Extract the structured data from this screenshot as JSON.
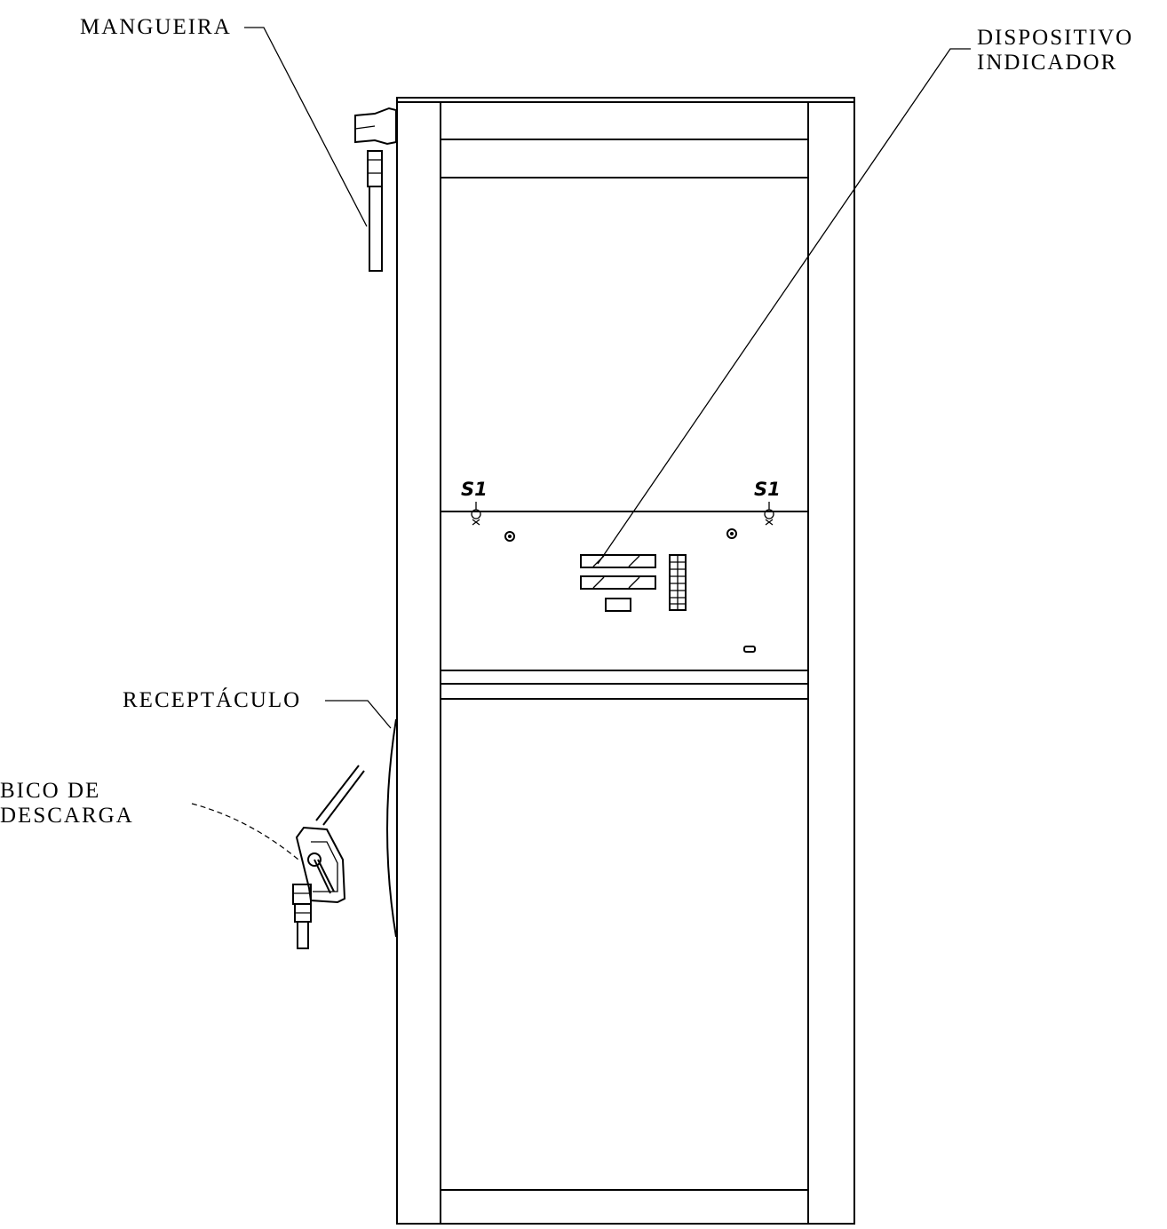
{
  "labels": {
    "mangueira": "MANGUEIRA",
    "dispositivo_line1": "DISPOSITIVO",
    "dispositivo_line2": "INDICADOR",
    "receptaculo": "RECEPTÁCULO",
    "bico_line1": "BICO  DE",
    "bico_line2": "DESCARGA",
    "s1_left": "S1",
    "s1_right": "S1"
  }
}
